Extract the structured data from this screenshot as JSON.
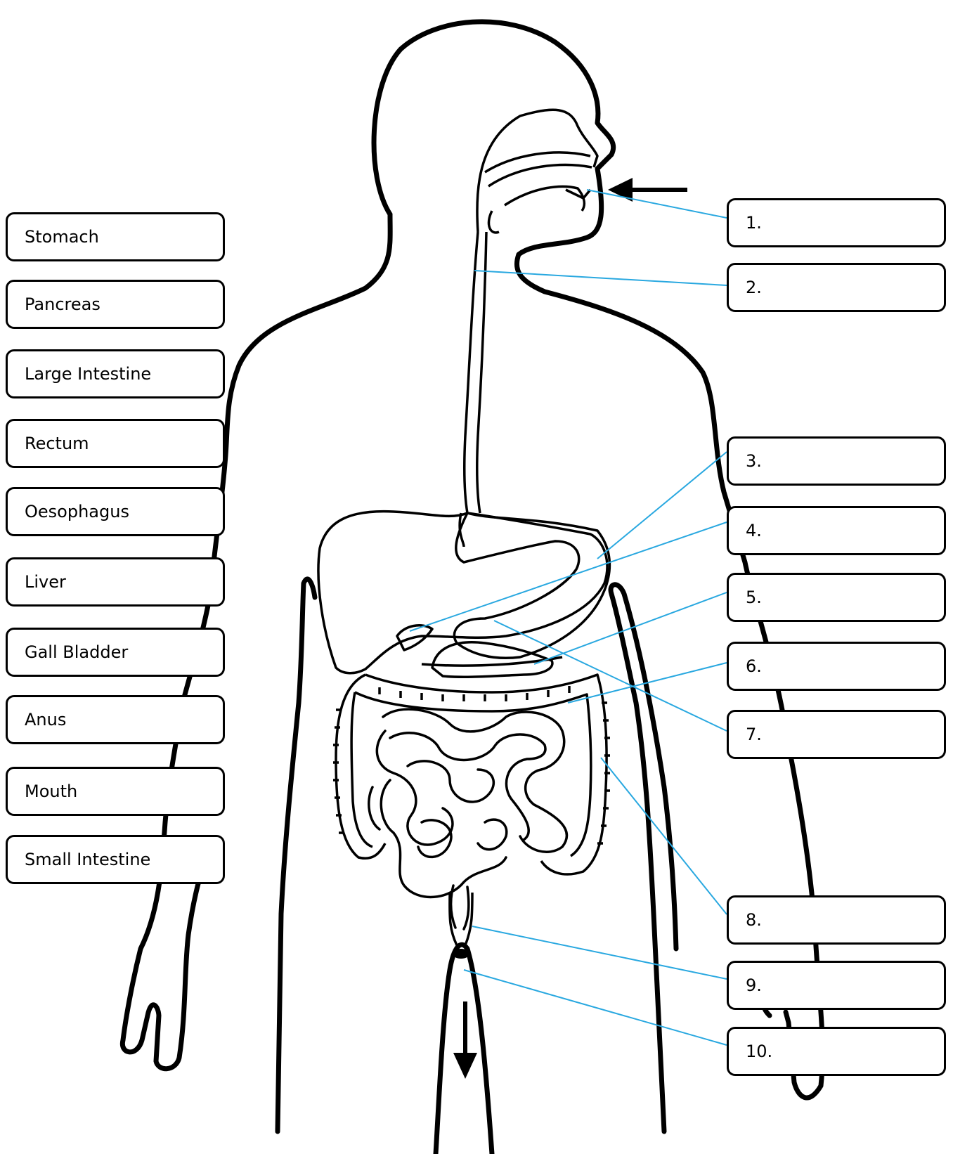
{
  "word_bank": [
    "Stomach",
    "Pancreas",
    "Large Intestine",
    "Rectum",
    "Oesophagus",
    "Liver",
    "Gall Bladder",
    "Anus",
    "Mouth",
    "Small Intestine"
  ],
  "answer_labels": [
    "1.",
    "2.",
    "3.",
    "4.",
    "5.",
    "6.",
    "7.",
    "8.",
    "9.",
    "10."
  ],
  "colors": {
    "outline": "#000000",
    "leader_line": "#29a8e0",
    "box_fill": "#ffffff"
  },
  "arrows": {
    "input": "arrow pointing left into mouth",
    "output": "arrow pointing down below anus"
  }
}
